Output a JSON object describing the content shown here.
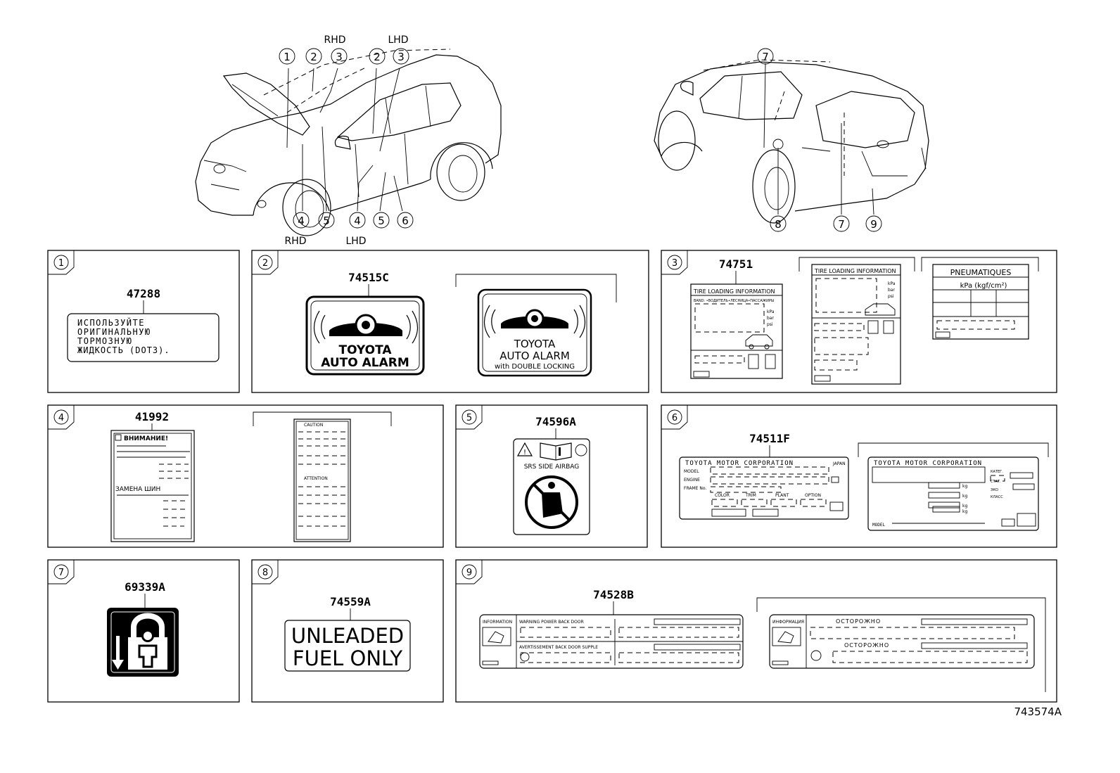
{
  "callouts": {
    "front": [
      "1",
      "2",
      "3",
      "2",
      "3",
      "4",
      "5",
      "4",
      "5",
      "6"
    ],
    "rear": [
      "7",
      "8",
      "7",
      "9"
    ],
    "side_labels": {
      "rhd_top": "RHD",
      "lhd_top": "LHD",
      "rhd_bottom": "RHD",
      "lhd_bottom": "LHD"
    }
  },
  "panels": [
    {
      "num": "1",
      "part": "47288",
      "label_lines": [
        "ИСПОЛЬЗУЙТЕ",
        "ОРИГИНАЛЬНУЮ",
        "ТОРМОЗНУЮ",
        "ЖИДКОСТЬ (DOT3)."
      ]
    },
    {
      "num": "2",
      "part": "74515C",
      "label_a": {
        "line1": "TOYOTA",
        "line2": "AUTO ALARM"
      },
      "label_b": {
        "line1": "TOYOTA",
        "line2": "AUTO ALARM",
        "line3": "with DOUBLE LOCKING"
      }
    },
    {
      "num": "3",
      "part": "74751",
      "label_a": {
        "title": "TIRE LOADING INFORMATION",
        "subtitle": "BAND: •ВОДИТЕЛЬ•ЛЕСНИЦА•ПАССАЖИРЫ",
        "units": [
          "kPa",
          "bar",
          "psi"
        ]
      },
      "label_b": {
        "title": "TIRE LOADING INFORMATION",
        "units": [
          "kPa",
          "bar",
          "psi"
        ]
      },
      "label_c": {
        "title": "PNEUMATIQUES",
        "units": "kPa (kgf/cm²)"
      }
    },
    {
      "num": "4",
      "part": "41992",
      "label_a": {
        "header": "ВНИМАНИЕ!",
        "mid": "ЗАМЕНА ШИН"
      },
      "label_b": {
        "header": "CAUTION",
        "mid": "ATTENTION"
      }
    },
    {
      "num": "5",
      "part": "74596A",
      "caption": "SRS  SIDE  AIRBAG"
    },
    {
      "num": "6",
      "part": "74511F",
      "label_a": {
        "maker": "TOYOTA MOTOR CORPORATION",
        "corner": "JAPAN",
        "rows": [
          "MODEL",
          "ENGINE",
          "FRAME No."
        ],
        "cols": [
          "COLOR",
          "TRIM",
          "PLANT",
          "OPTION"
        ]
      },
      "label_b": {
        "maker": "TOYOTA MOTOR CORPORATION",
        "foot": "MODEL",
        "side": [
          "КАТЕГ.",
          "СТАТ.",
          "ЭКО",
          "КЛАСС"
        ],
        "kg": "kg"
      }
    },
    {
      "num": "7",
      "part": "69339A"
    },
    {
      "num": "8",
      "part": "74559A",
      "label_lines": [
        "UNLEADED",
        "FUEL ONLY"
      ]
    },
    {
      "num": "9",
      "part": "74528B",
      "label_a": {
        "left": "INFORMATION",
        "row1": "WARNING POWER BACK DOOR",
        "row2": "AVERTISSEMENT BACK DOOR SUPPLE"
      },
      "label_b": {
        "left": "ИНФОРМАЦИЯ",
        "row1": "ОСТОРОЖНО",
        "row2": "ОСТОРОЖНО"
      }
    }
  ],
  "drawing_id": "743574A",
  "colors": {
    "ink": "#000000",
    "paper": "#ffffff"
  }
}
